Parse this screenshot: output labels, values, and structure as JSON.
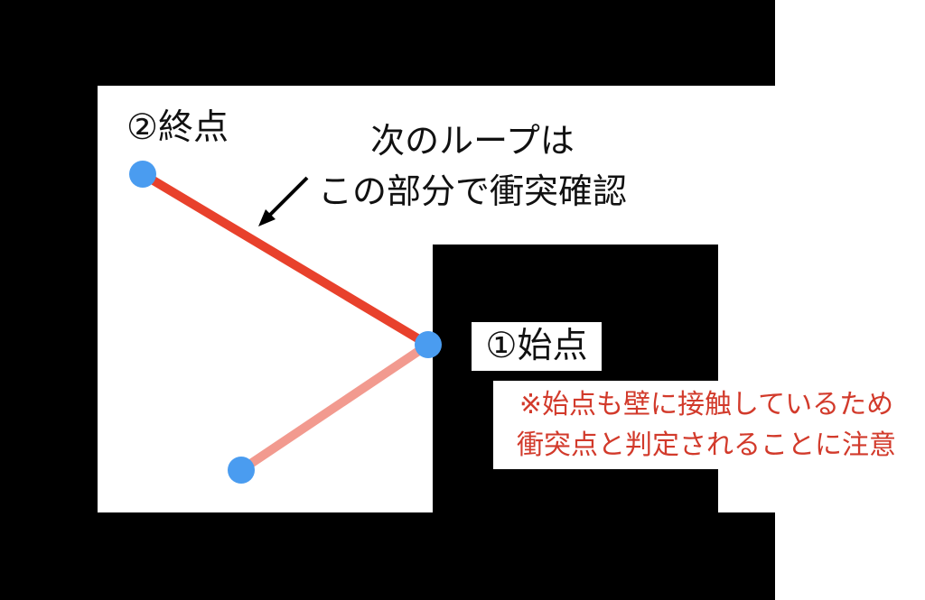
{
  "labels": {
    "end_point": "②終点",
    "start_point": "①始点"
  },
  "caption": {
    "line1": "次のループは",
    "line2": "この部分で衝突確認"
  },
  "warning": {
    "line1": "※始点も壁に接触しているため",
    "line2": "衝突点と判定されることに注意"
  },
  "colors": {
    "wall": "#000000",
    "free_space": "#ffffff",
    "current_segment": "#e8412c",
    "previous_segment": "#f29a8f",
    "point": "#4a9cf0",
    "warning_text": "#d23a2b",
    "caption_text": "#111111"
  }
}
